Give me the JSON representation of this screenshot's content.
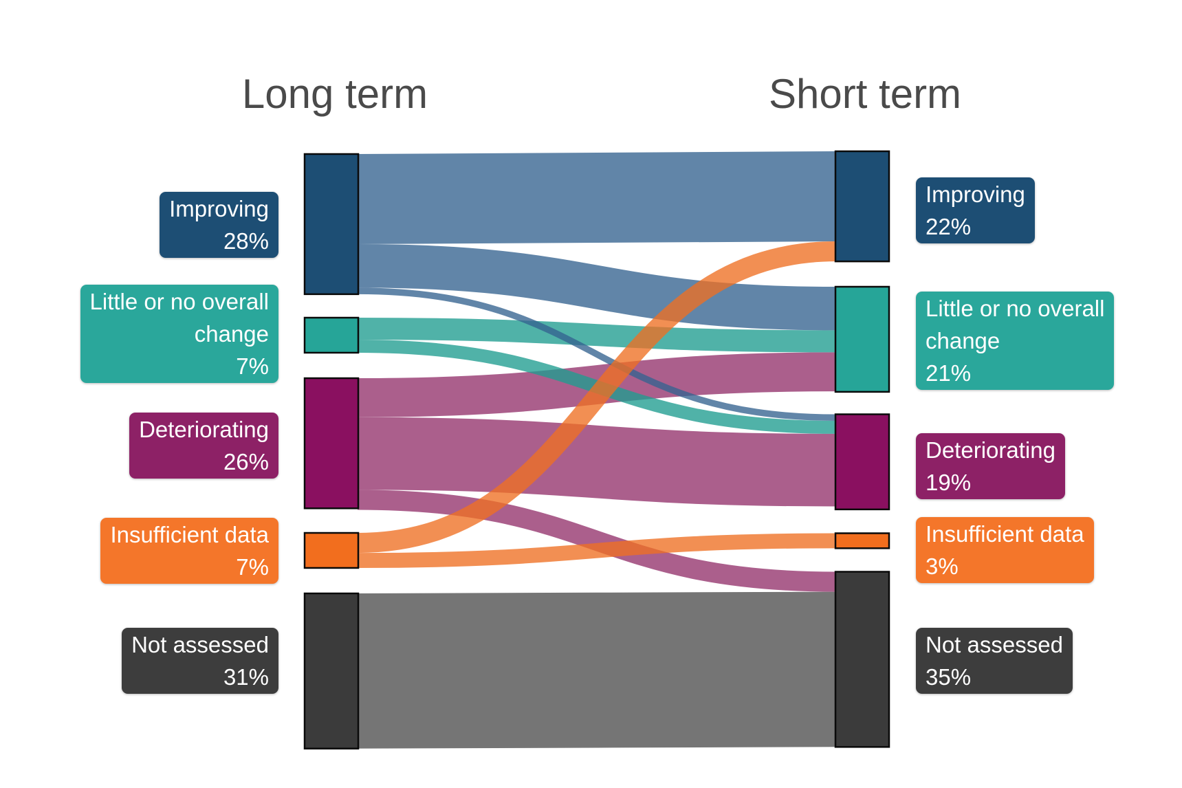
{
  "chart_data": {
    "type": "sankey",
    "title": "",
    "column_titles": [
      "Long term",
      "Short term"
    ],
    "unit": "%",
    "background": "#ffffff",
    "title_color": "#4a4a4a",
    "node_border_color": "#0a0a0a",
    "nodes": [
      {
        "id": "improving",
        "label": "Improving",
        "long_term_pct": 28,
        "short_term_pct": 22,
        "node_color": "#1d4e74",
        "flow_color": "#35638f",
        "label_bg": "#1d4e74",
        "left_label_lines": [
          "Improving",
          "28%"
        ],
        "right_label_lines": [
          "Improving",
          "22%"
        ]
      },
      {
        "id": "little_change",
        "label": "Little or no overall change",
        "long_term_pct": 7,
        "short_term_pct": 21,
        "node_color": "#26a598",
        "flow_color": "#1f9c8f",
        "label_bg": "#2aa79b",
        "left_label_lines": [
          "Little or no overall",
          "change",
          "7%"
        ],
        "right_label_lines": [
          "Little or no overall",
          "change",
          "21%"
        ]
      },
      {
        "id": "deteriorating",
        "label": "Deteriorating",
        "long_term_pct": 26,
        "short_term_pct": 19,
        "node_color": "#8a1060",
        "flow_color": "#93326b",
        "label_bg": "#8d2166",
        "left_label_lines": [
          "Deteriorating",
          "26%"
        ],
        "right_label_lines": [
          "Deteriorating",
          "19%"
        ]
      },
      {
        "id": "insufficient_data",
        "label": "Insufficient data",
        "long_term_pct": 7,
        "short_term_pct": 3,
        "node_color": "#f26e1e",
        "flow_color": "#ee6f22",
        "label_bg": "#f4762a",
        "left_label_lines": [
          "Insufficient data",
          "7%"
        ],
        "right_label_lines": [
          "Insufficient data",
          "3%"
        ]
      },
      {
        "id": "not_assessed",
        "label": "Not assessed",
        "long_term_pct": 31,
        "short_term_pct": 35,
        "node_color": "#3b3b3b",
        "flow_color": "#4e4e4e",
        "label_bg": "#3d3d3d",
        "left_label_lines": [
          "Not assessed",
          "31%"
        ],
        "right_label_lines": [
          "Not assessed",
          "35%"
        ]
      }
    ],
    "links": [
      {
        "source": "improving",
        "target": "improving",
        "value": 18
      },
      {
        "source": "improving",
        "target": "little_change",
        "value": 8.7
      },
      {
        "source": "improving",
        "target": "deteriorating",
        "value": 1.3
      },
      {
        "source": "little_change",
        "target": "little_change",
        "value": 4.4
      },
      {
        "source": "little_change",
        "target": "deteriorating",
        "value": 2.6
      },
      {
        "source": "deteriorating",
        "target": "little_change",
        "value": 7.8
      },
      {
        "source": "deteriorating",
        "target": "deteriorating",
        "value": 14.5
      },
      {
        "source": "deteriorating",
        "target": "not_assessed",
        "value": 4
      },
      {
        "source": "insufficient_data",
        "target": "improving",
        "value": 4
      },
      {
        "source": "insufficient_data",
        "target": "insufficient_data",
        "value": 3
      },
      {
        "source": "not_assessed",
        "target": "not_assessed",
        "value": 31
      }
    ]
  }
}
